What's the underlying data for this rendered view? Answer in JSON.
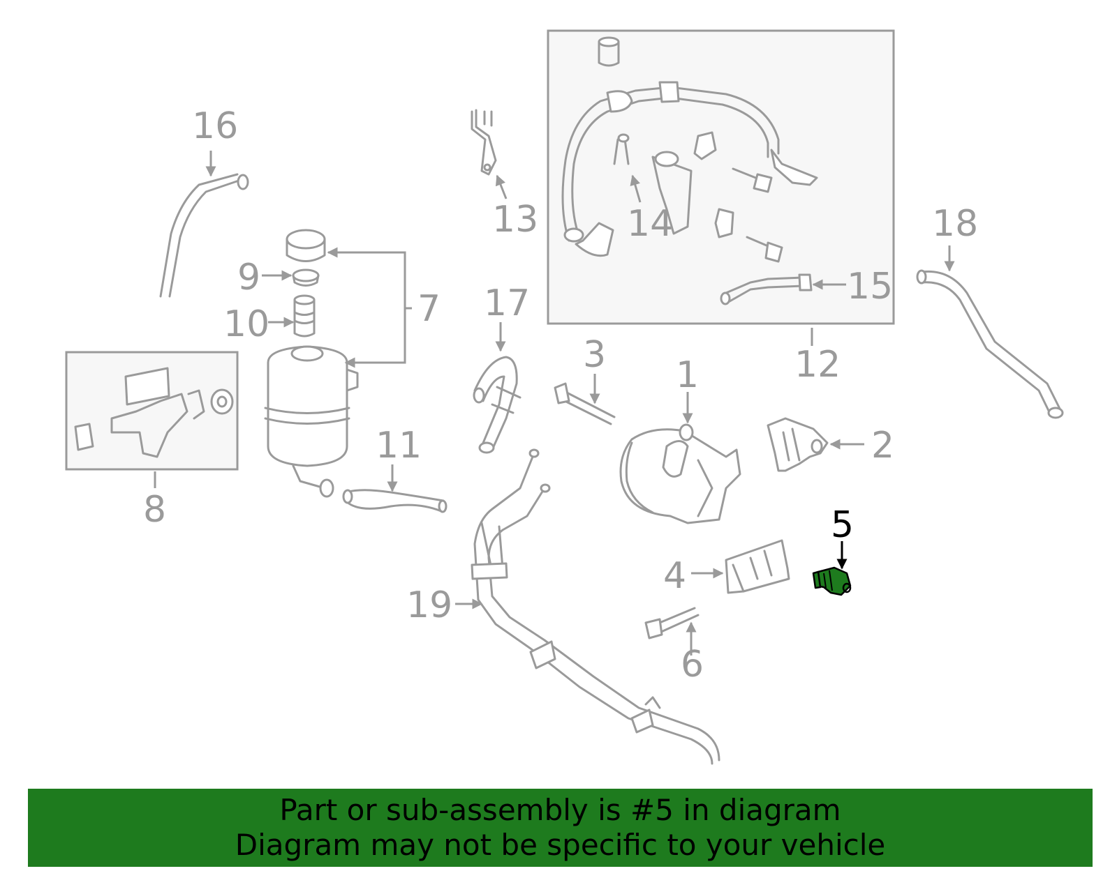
{
  "diagram": {
    "callouts": {
      "c1": "1",
      "c2": "2",
      "c3": "3",
      "c4": "4",
      "c5": "5",
      "c6": "6",
      "c7": "7",
      "c8": "8",
      "c9": "9",
      "c10": "10",
      "c11": "11",
      "c12": "12",
      "c13": "13",
      "c14": "14",
      "c15": "15",
      "c16": "16",
      "c17": "17",
      "c18": "18",
      "c19": "19"
    },
    "highlighted_part": "5",
    "colors": {
      "line": "#9a9a9a",
      "highlight": "#1e7b1e",
      "banner": "#1e7b1e",
      "text": "#000000"
    }
  },
  "banner": {
    "line1": "Part or sub-assembly is #5 in diagram",
    "line2": "Diagram may not be specific to your vehicle"
  }
}
